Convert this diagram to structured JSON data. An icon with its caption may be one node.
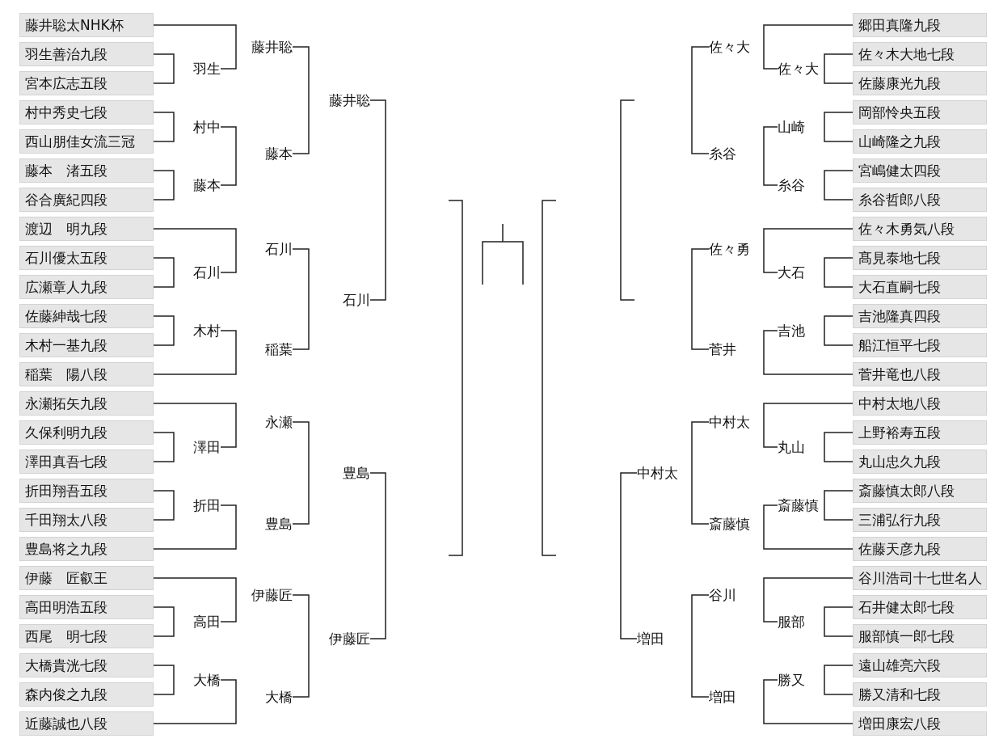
{
  "diagram": {
    "nodes": [
      {
        "text": [
          "藤井聡太NHK杯"
        ]
      },
      {
        "text": [
          "羽生善治九段"
        ]
      },
      {
        "text": [
          "宮本広志五段"
        ]
      },
      {
        "text": [
          "村中秀史七段"
        ]
      },
      {
        "text": [
          "西山朋佳女流三冠"
        ]
      },
      {
        "text": [
          "藤本　渚五段"
        ]
      },
      {
        "text": [
          "谷合廣紀四段"
        ]
      },
      {
        "text": [
          "渡辺　明九段"
        ]
      },
      {
        "text": [
          "石川優太五段"
        ]
      },
      {
        "text": [
          "広瀬章人九段"
        ]
      },
      {
        "text": [
          "佐藤紳哉七段"
        ]
      },
      {
        "text": [
          "木村一基九段"
        ]
      },
      {
        "text": [
          "稲葉　陽八段"
        ]
      },
      {
        "text": [
          "永瀬拓矢九段"
        ]
      },
      {
        "text": [
          "久保利明九段"
        ]
      },
      {
        "text": [
          "澤田真吾七段"
        ]
      },
      {
        "text": [
          "折田翔吾五段"
        ]
      },
      {
        "text": [
          "千田翔太八段"
        ]
      },
      {
        "text": [
          "豊島将之九段"
        ]
      },
      {
        "text": [
          "伊藤　匠叡王"
        ]
      },
      {
        "text": [
          "高田明浩五段"
        ]
      },
      {
        "text": [
          "西尾　明七段"
        ]
      },
      {
        "text": [
          "大橋貴洸七段"
        ]
      },
      {
        "text": [
          "森内俊之九段"
        ]
      },
      {
        "text": [
          "近藤誠也八段"
        ]
      },
      {
        "text": [
          "羽生"
        ]
      },
      {
        "text": [
          "村中"
        ]
      },
      {
        "text": [
          "藤本"
        ]
      },
      {
        "text": [
          "石川"
        ]
      },
      {
        "text": [
          "木村"
        ]
      },
      {
        "text": [
          "澤田"
        ]
      },
      {
        "text": [
          "折田"
        ]
      },
      {
        "text": [
          "高田"
        ]
      },
      {
        "text": [
          "大橋"
        ]
      },
      {
        "text": [
          "藤井聡"
        ]
      },
      {
        "text": [
          "藤本"
        ]
      },
      {
        "text": [
          "石川"
        ]
      },
      {
        "text": [
          "稲葉"
        ]
      },
      {
        "text": [
          "永瀬"
        ]
      },
      {
        "text": [
          "豊島"
        ]
      },
      {
        "text": [
          "伊藤匠"
        ]
      },
      {
        "text": [
          "大橋"
        ]
      },
      {
        "text": [
          "藤井聡"
        ]
      },
      {
        "text": [
          "石川"
        ]
      },
      {
        "text": [
          "豊島"
        ]
      },
      {
        "text": [
          "伊藤匠"
        ]
      },
      {
        "text": [
          "中村太"
        ]
      },
      {
        "text": [
          "増田"
        ]
      },
      {
        "text": [
          "佐々大"
        ]
      },
      {
        "text": [
          "糸谷"
        ]
      },
      {
        "text": [
          "佐々勇"
        ]
      },
      {
        "text": [
          "菅井"
        ]
      },
      {
        "text": [
          "中村太"
        ]
      },
      {
        "text": [
          "斎藤慎"
        ]
      },
      {
        "text": [
          "谷川"
        ]
      },
      {
        "text": [
          "増田"
        ]
      },
      {
        "text": [
          "佐々大"
        ]
      },
      {
        "text": [
          "山崎"
        ]
      },
      {
        "text": [
          "糸谷"
        ]
      },
      {
        "text": [
          "大石"
        ]
      },
      {
        "text": [
          "吉池"
        ]
      },
      {
        "text": [
          "丸山"
        ]
      },
      {
        "text": [
          "斎藤慎"
        ]
      },
      {
        "text": [
          "服部"
        ]
      },
      {
        "text": [
          "勝又"
        ]
      },
      {
        "text": [
          "郷田真隆九段"
        ]
      },
      {
        "text": [
          "佐々木大地七段"
        ]
      },
      {
        "text": [
          "佐藤康光九段"
        ]
      },
      {
        "text": [
          "岡部怜央五段"
        ]
      },
      {
        "text": [
          "山崎隆之九段"
        ]
      },
      {
        "text": [
          "宮嶋健太四段"
        ]
      },
      {
        "text": [
          "糸谷哲郎八段"
        ]
      },
      {
        "text": [
          "佐々木勇気八段"
        ]
      },
      {
        "text": [
          "髙見泰地七段"
        ]
      },
      {
        "text": [
          "大石直嗣七段"
        ]
      },
      {
        "text": [
          "吉池隆真四段"
        ]
      },
      {
        "text": [
          "船江恒平七段"
        ]
      },
      {
        "text": [
          "菅井竜也八段"
        ]
      },
      {
        "text": [
          "中村太地八段"
        ]
      },
      {
        "text": [
          "上野裕寿五段"
        ]
      },
      {
        "text": [
          "丸山忠久九段"
        ]
      },
      {
        "text": [
          "斎藤慎太郎八段"
        ]
      },
      {
        "text": [
          "三浦弘行九段"
        ]
      },
      {
        "text": [
          "佐藤天彦九段"
        ]
      },
      {
        "text": [
          "谷川浩司十七世名人"
        ]
      },
      {
        "text": [
          "石井健太郎七段"
        ]
      },
      {
        "text": [
          "服部慎一郎七段"
        ]
      },
      {
        "text": [
          "遠山雄亮六段"
        ]
      },
      {
        "text": [
          "勝又清和七段"
        ]
      },
      {
        "text": [
          "増田康宏八段"
        ]
      }
    ],
    "edges": [
      {
        "from": 1,
        "to": 2,
        "arrow": "none"
      },
      {
        "from": 3,
        "to": 4,
        "arrow": "none"
      },
      {
        "from": 5,
        "to": 6,
        "arrow": "none"
      },
      {
        "from": 8,
        "to": 9,
        "arrow": "none"
      },
      {
        "from": 10,
        "to": 11,
        "arrow": "none"
      },
      {
        "from": 14,
        "to": 15,
        "arrow": "none"
      },
      {
        "from": 16,
        "to": 17,
        "arrow": "none"
      },
      {
        "from": 20,
        "to": 21,
        "arrow": "none"
      },
      {
        "from": 22,
        "to": 23,
        "arrow": "none"
      },
      {
        "from": 0,
        "to": 25,
        "arrow": "none"
      },
      {
        "from": 26,
        "to": 27,
        "arrow": "none"
      },
      {
        "from": 7,
        "to": 28,
        "arrow": "none"
      },
      {
        "from": 29,
        "to": 12,
        "arrow": "none"
      },
      {
        "from": 13,
        "to": 30,
        "arrow": "none"
      },
      {
        "from": 31,
        "to": 18,
        "arrow": "none"
      },
      {
        "from": 19,
        "to": 32,
        "arrow": "none"
      },
      {
        "from": 33,
        "to": 24,
        "arrow": "none"
      },
      {
        "from": 34,
        "to": 35,
        "arrow": "none"
      },
      {
        "from": 36,
        "to": 37,
        "arrow": "none"
      },
      {
        "from": 38,
        "to": 39,
        "arrow": "none"
      },
      {
        "from": 40,
        "to": 41,
        "arrow": "none"
      },
      {
        "from": 42,
        "to": 43,
        "arrow": "none"
      },
      {
        "from": 44,
        "to": 45,
        "arrow": "none"
      },
      {
        "from": 46,
        "to": 47,
        "arrow": "none"
      },
      {
        "from": 48,
        "to": 49,
        "arrow": "none"
      },
      {
        "from": 50,
        "to": 51,
        "arrow": "none"
      },
      {
        "from": 52,
        "to": 53,
        "arrow": "none"
      },
      {
        "from": 54,
        "to": 55,
        "arrow": "none"
      },
      {
        "from": 65,
        "to": 56,
        "arrow": "none"
      },
      {
        "from": 57,
        "to": 58,
        "arrow": "none"
      },
      {
        "from": 72,
        "to": 59,
        "arrow": "none"
      },
      {
        "from": 60,
        "to": 77,
        "arrow": "none"
      },
      {
        "from": 78,
        "to": 61,
        "arrow": "none"
      },
      {
        "from": 62,
        "to": 83,
        "arrow": "none"
      },
      {
        "from": 84,
        "to": 63,
        "arrow": "none"
      },
      {
        "from": 64,
        "to": 89,
        "arrow": "none"
      },
      {
        "from": 66,
        "to": 67,
        "arrow": "none"
      },
      {
        "from": 68,
        "to": 69,
        "arrow": "none"
      },
      {
        "from": 70,
        "to": 71,
        "arrow": "none"
      },
      {
        "from": 73,
        "to": 74,
        "arrow": "none"
      },
      {
        "from": 75,
        "to": 76,
        "arrow": "none"
      },
      {
        "from": 79,
        "to": 80,
        "arrow": "none"
      },
      {
        "from": 81,
        "to": 82,
        "arrow": "none"
      },
      {
        "from": 85,
        "to": 86,
        "arrow": "none"
      },
      {
        "from": 87,
        "to": 88,
        "arrow": "none"
      }
    ]
  }
}
